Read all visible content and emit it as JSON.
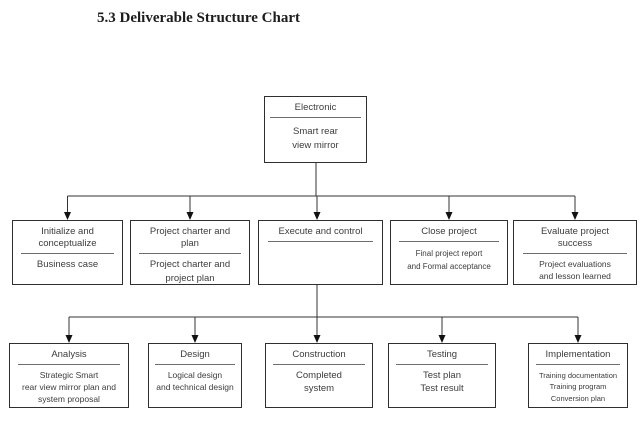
{
  "title": "5.3 Deliverable Structure Chart",
  "diagram": {
    "root": {
      "title": "Electronic",
      "body": "Smart rear\nview mirror"
    },
    "level2": [
      {
        "title": "Initialize and\nconceptualize",
        "body": "Business case"
      },
      {
        "title": "Project charter and\nplan",
        "body": "Project charter and\nproject plan"
      },
      {
        "title": "Execute and control",
        "body": ""
      },
      {
        "title": "Close project",
        "body": "Final project report\nand Formal acceptance"
      },
      {
        "title": "Evaluate project\nsuccess",
        "body": "Project evaluations\nand lesson learned"
      }
    ],
    "level3": [
      {
        "title": "Analysis",
        "body": "Strategic Smart\nrear view mirror plan and\nsystem proposal"
      },
      {
        "title": "Design",
        "body": "Logical design\nand technical design"
      },
      {
        "title": "Construction",
        "body": "Completed\nsystem"
      },
      {
        "title": "Testing",
        "body": "Test plan\nTest result"
      },
      {
        "title": "Implementation",
        "body": "Training documentation\nTraining program\nConversion plan"
      }
    ],
    "colors": {
      "border": "#2f2f2f",
      "text": "#3c3c3c",
      "connector": "#333333",
      "background": "#ffffff"
    }
  }
}
